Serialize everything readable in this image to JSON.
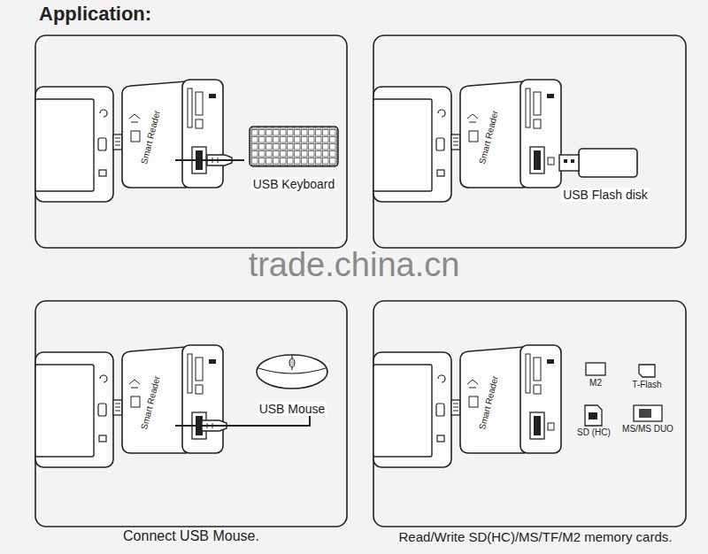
{
  "diagram": {
    "title": "Application:",
    "nodes": [
      {
        "text": [
          "Smart Reader"
        ]
      },
      {
        "text": [
          "USB Keyboard"
        ]
      },
      {
        "text": [
          "Smart Reader"
        ]
      },
      {
        "text": [
          "USB Flash disk"
        ]
      },
      {
        "text": [
          "Smart Reader"
        ]
      },
      {
        "text": [
          "USB Mouse"
        ]
      },
      {
        "text": [
          "Smart Reader"
        ]
      }
    ],
    "edges": [
      {
        "from": 1,
        "to": 0,
        "arrow": "none"
      },
      {
        "from": 5,
        "to": 4,
        "arrow": "none"
      }
    ],
    "labels": [
      "trade.china.cn",
      "M2",
      "T-Flash",
      "SD (HC)",
      "MS/MS DUO",
      "Connect USB Mouse.",
      "Read/Write SD(HC)/MS/TF/M2 memory cards."
    ]
  }
}
